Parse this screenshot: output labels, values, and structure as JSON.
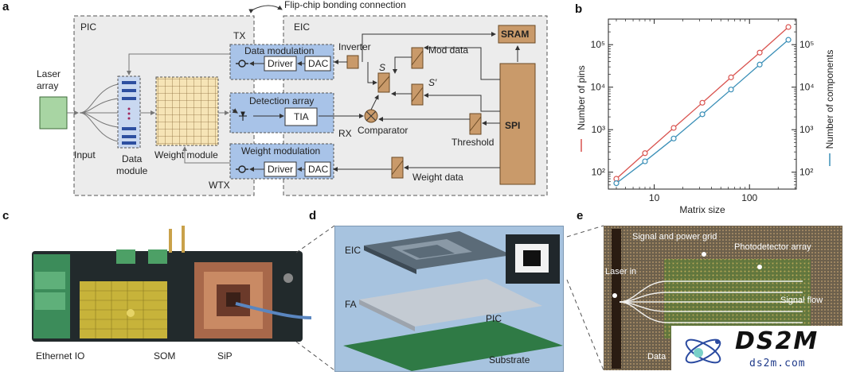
{
  "panels": {
    "a": "a",
    "b": "b",
    "c": "c",
    "d": "d",
    "e": "e"
  },
  "diagram": {
    "flip_chip": "Flip-chip bonding connection",
    "pic": "PIC",
    "eic": "EIC",
    "tx": "TX",
    "rx": "RX",
    "wtx": "WTX",
    "laser_array": "Laser\narray",
    "input": "Input",
    "data_module": "Data\nmodule",
    "weight_module": "Weight module",
    "data_modulation": "Data modulation",
    "detection_array": "Detection array",
    "weight_modulation": "Weight modulation",
    "driver": "Driver",
    "dac": "DAC",
    "tia": "TIA",
    "inverter": "Inverter",
    "mod_data": "Mod data",
    "s": "S",
    "s_prime": "S′",
    "comparator": "Comparator",
    "threshold": "Threshold",
    "weight_data": "Weight data",
    "sram": "SRAM",
    "spi": "SPI"
  },
  "chart_data": {
    "type": "line",
    "x": [
      4,
      8,
      16,
      32,
      64,
      128,
      256
    ],
    "series": [
      {
        "name": "Number of pins",
        "color": "#d9534f",
        "values": [
          70,
          280,
          1100,
          4300,
          17000,
          65000,
          260000
        ]
      },
      {
        "name": "Number of components",
        "color": "#3a8fb7",
        "values": [
          55,
          180,
          620,
          2300,
          8800,
          34000,
          130000
        ]
      }
    ],
    "xlabel": "Matrix size",
    "ylabel_left": "Number of pins",
    "ylabel_right": "Number of components",
    "xscale": "log",
    "yscale": "log",
    "xlim": [
      3.3,
      310
    ],
    "ylim": [
      40,
      400000
    ],
    "xticks": [
      10,
      100
    ],
    "xtick_labels": [
      "10",
      "100"
    ],
    "yticks": [
      100,
      1000,
      10000,
      100000
    ],
    "ytick_labels": [
      "10²",
      "10³",
      "10⁴",
      "10⁵"
    ],
    "grid": false,
    "legend": "axis-labels"
  },
  "photos": {
    "c_ethernet": "Ethernet IO",
    "c_som": "SOM",
    "c_sip": "SiP",
    "d_eic": "EIC",
    "d_fa": "FA",
    "d_pic": "PIC",
    "d_substrate": "Substrate",
    "e_signal_grid": "Signal and power grid",
    "e_photodetector": "Photodetector array",
    "e_laser_in": "Laser in",
    "e_signal_flow": "Signal flow",
    "e_data": "Data"
  },
  "watermark": {
    "logo": "DS2M",
    "url": "ds2m.com"
  }
}
